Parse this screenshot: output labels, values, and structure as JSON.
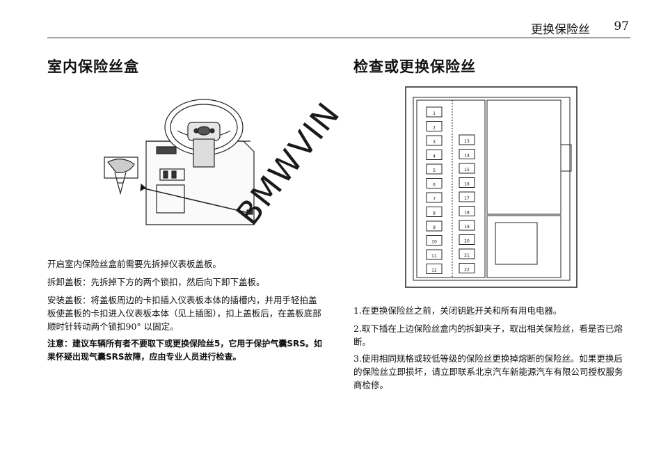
{
  "header": {
    "section": "更换保险丝",
    "page": "97"
  },
  "left": {
    "title": "室内保险丝盒",
    "p1": "开启室内保险丝盒前需要先拆掉仪表板盖板。",
    "p2": "拆卸盖板：先拆掉下方的两个锁扣，然后向下卸下盖板。",
    "p3": "安装盖板：将盖板周边的卡扣插入仪表板本体的插槽内，并用手轻拍盖板使盖板的卡扣进入仪表板本体（见上插图），扣上盖板后，在盖板底部顺时针转动两个锁扣90° 以固定。",
    "note": "注意：建议车辆所有者不要取下或更换保险丝5，它用于保护气囊SRS。如果怀疑出现气囊SRS故障，应由专业人员进行检查。"
  },
  "right": {
    "title": "检查或更换保险丝",
    "p1": "1.在更换保险丝之前，关闭钥匙开关和所有用电电器。",
    "p2": "2.取下插在上边保险丝盒内的拆卸夹子，取出相关保险丝，看是否已熔断。",
    "p3": "3.使用相同规格或较低等级的保险丝更换掉熔断的保险丝。如果更换后的保险丝立即损坏，请立即联系北京汽车新能源汽车有限公司授权服务商检修。"
  },
  "watermark": "BMWVIN",
  "fusebox": {
    "left_labels": [
      "1",
      "2",
      "3",
      "4",
      "5",
      "6",
      "7",
      "8",
      "9",
      "10",
      "11",
      "12"
    ],
    "right_labels": [
      "13",
      "14",
      "15",
      "16",
      "17",
      "18",
      "19",
      "20",
      "21",
      "22"
    ]
  }
}
